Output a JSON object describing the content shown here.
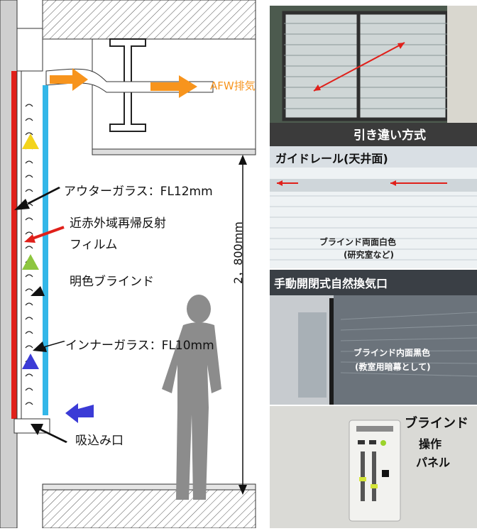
{
  "diagram": {
    "afw_label": "AFW排気",
    "outer_glass": "アウターガラス：FL12mm",
    "film_line1": "近赤外域再帰反射",
    "film_line2": "フィルム",
    "blind": "明色ブラインド",
    "inner_glass": "インナーガラス：FL10mm",
    "intake": "吸込み口",
    "height": "2，800mm",
    "colors": {
      "outer": "#e0201a",
      "inner": "#33b7e8",
      "air": "#f7941d",
      "up_yellow": "#f3d41c",
      "up_green": "#8dc63f",
      "blue": "#3b3bd6"
    }
  },
  "photos": {
    "p1_caption": "引き違い方式",
    "p2_header": "ガイドレール(天井面)",
    "p2_caption_line1": "ブラインド両面白色",
    "p2_caption_line2": "(研究室など)",
    "p3_header": "手動開閉式自然換気口",
    "p3_caption_line1": "ブラインド内面黒色",
    "p3_caption_line2": "(教室用暗幕として)",
    "p4_line1": "ブラインド",
    "p4_line2": "操作",
    "p4_line3": "パネル"
  }
}
